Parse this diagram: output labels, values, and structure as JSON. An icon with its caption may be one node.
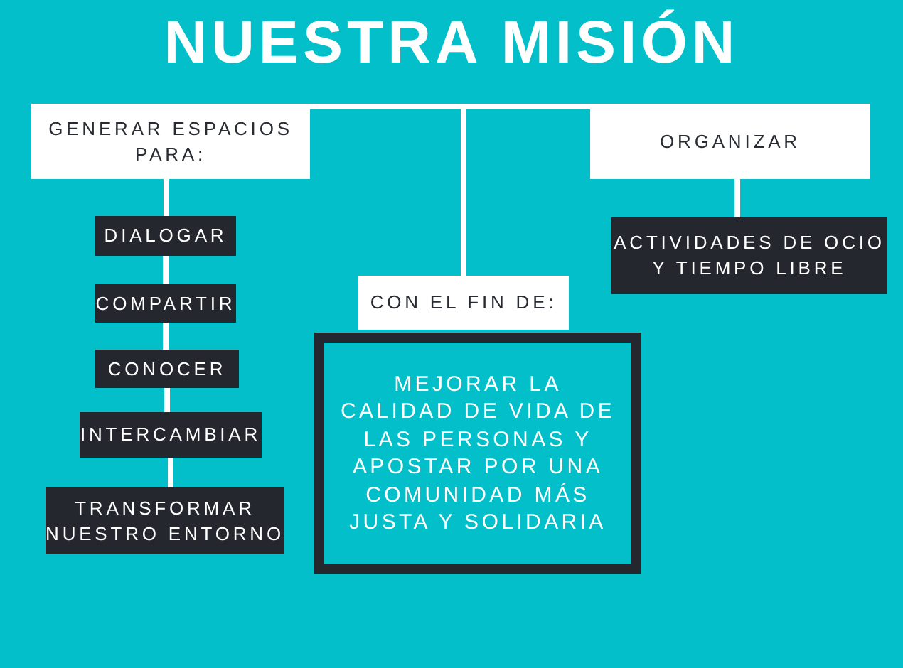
{
  "diagram": {
    "title": "NUESTRA MISIÓN",
    "nodes": [
      {
        "text": [
          "GENERAR ESPACIOS PARA:"
        ]
      },
      {
        "text": [
          "ORGANIZAR"
        ]
      },
      {
        "text": [
          "DIALOGAR"
        ]
      },
      {
        "text": [
          "COMPARTIR"
        ]
      },
      {
        "text": [
          "CONOCER"
        ]
      },
      {
        "text": [
          "INTERCAMBIAR"
        ]
      },
      {
        "text": [
          "TRANSFORMAR NUESTRO ENTORNO"
        ]
      },
      {
        "text": [
          "ACTIVIDADES DE OCIO Y TIEMPO LIBRE"
        ]
      },
      {
        "text": [
          "CON EL FIN DE:"
        ]
      },
      {
        "text": [
          "MEJORAR LA CALIDAD DE VIDA DE LAS PERSONAS Y APOSTAR POR UNA COMUNIDAD MÁS JUSTA Y SOLIDARIA"
        ]
      }
    ],
    "edges": [
      {
        "from": 0,
        "to": 1,
        "arrow": "none"
      },
      {
        "from": 0,
        "to": 8,
        "arrow": "none"
      },
      {
        "from": 1,
        "to": 8,
        "arrow": "none"
      },
      {
        "from": 0,
        "to": 2,
        "arrow": "none"
      },
      {
        "from": 2,
        "to": 3,
        "arrow": "none"
      },
      {
        "from": 3,
        "to": 4,
        "arrow": "none"
      },
      {
        "from": 4,
        "to": 5,
        "arrow": "none"
      },
      {
        "from": 5,
        "to": 6,
        "arrow": "none"
      },
      {
        "from": 1,
        "to": 7,
        "arrow": "none"
      }
    ]
  }
}
